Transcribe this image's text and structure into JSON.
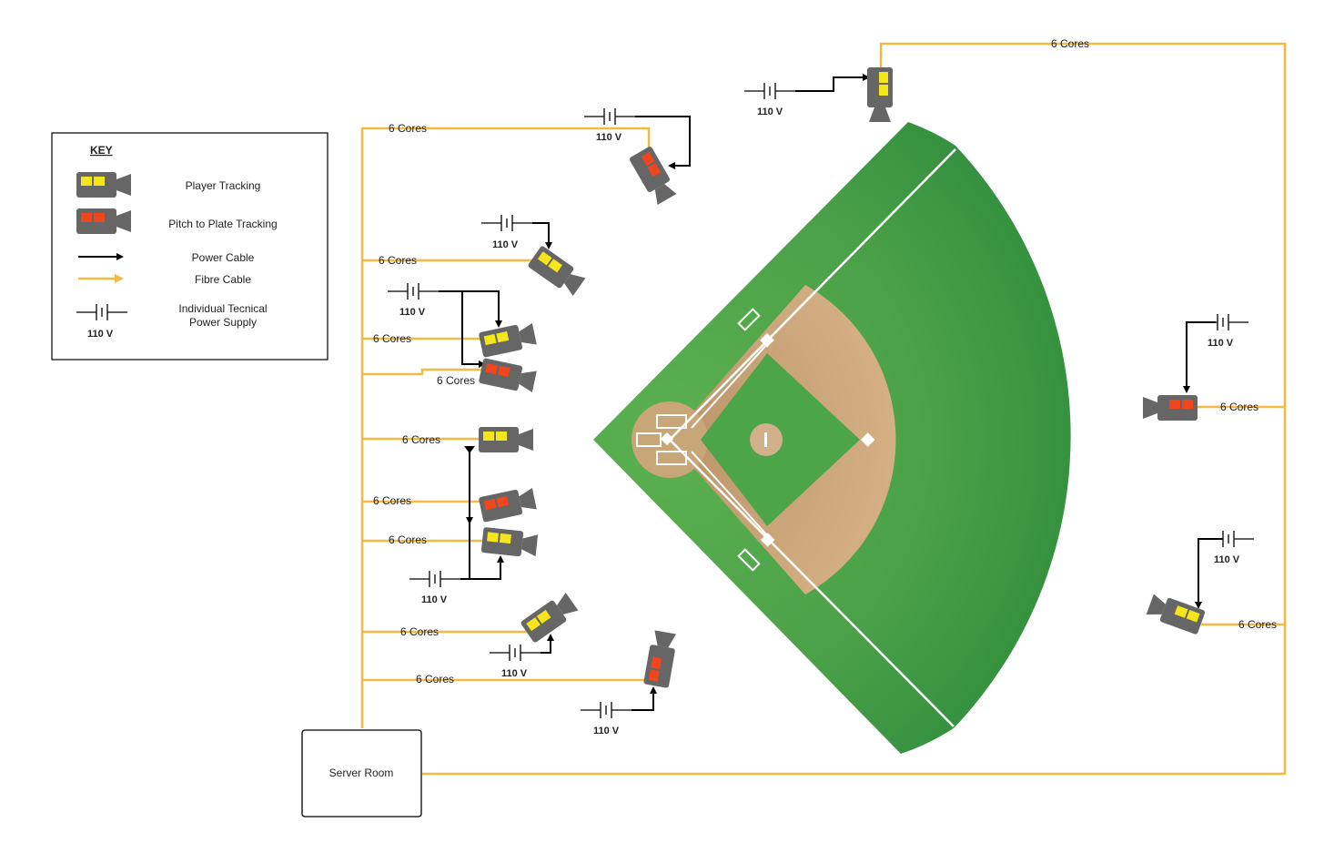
{
  "key": {
    "title": "KEY",
    "items": [
      {
        "icon": "player-tracking-camera-icon",
        "label": "Player Tracking"
      },
      {
        "icon": "pitch-tracking-camera-icon",
        "label": "Pitch to Plate Tracking"
      },
      {
        "icon": "power-cable-arrow-icon",
        "label": "Power Cable"
      },
      {
        "icon": "fibre-cable-arrow-icon",
        "label": "Fibre Cable"
      },
      {
        "icon": "power-supply-icon",
        "label_line1": "Individual Tecnical",
        "label_line2": "Power Supply",
        "voltage": "110 V"
      }
    ]
  },
  "server_room": {
    "label": "Server Room"
  },
  "fibre_label": "6 Cores",
  "voltage_label": "110 V",
  "colors": {
    "fibre": "#f2b943",
    "power": "#000000",
    "field_outer": "#2f8f3f",
    "field_inner": "#4fa84a",
    "infield_dirt": "#c9a678",
    "camera_body": "#666666",
    "player_tracking": "#f5e61b",
    "pitch_tracking": "#f0461e"
  }
}
